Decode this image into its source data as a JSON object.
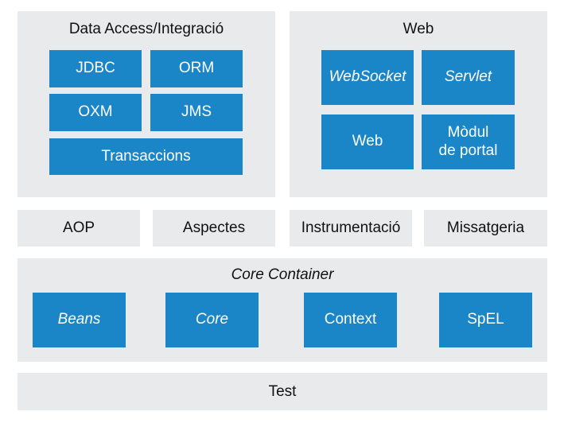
{
  "colors": {
    "panel_bg": "#e9eaec",
    "module_blue": "#1a86c8",
    "module_text": "#ffffff",
    "label_text": "#111111"
  },
  "data_access": {
    "title": "Data Access/Integració",
    "modules": [
      "JDBC",
      "ORM",
      "OXM",
      "JMS",
      "Transaccions"
    ]
  },
  "web": {
    "title": "Web",
    "modules": [
      "WebSocket",
      "Servlet",
      "Web",
      "Mòdul\nde portal"
    ]
  },
  "middle_row": [
    "AOP",
    "Aspectes",
    "Instrumentació",
    "Missatgeria"
  ],
  "core_container": {
    "title": "Core Container",
    "modules": [
      "Beans",
      "Core",
      "Context",
      "SpEL"
    ]
  },
  "test": {
    "label": "Test"
  }
}
